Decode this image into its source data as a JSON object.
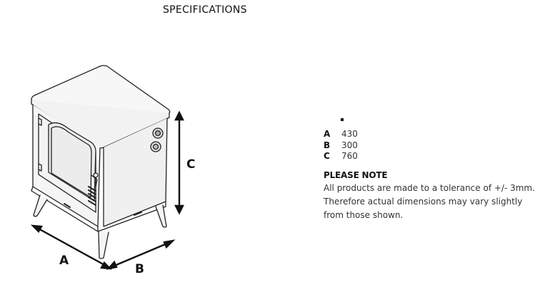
{
  "page": {
    "title": "SPECIFICATIONS"
  },
  "diagram": {
    "icon": "stove-illustration",
    "dimension_labels": {
      "a": "A",
      "b": "B",
      "c": "C"
    }
  },
  "specs": [
    {
      "key": "A",
      "value": "430"
    },
    {
      "key": "B",
      "value": "300"
    },
    {
      "key": "C",
      "value": "760"
    }
  ],
  "note": {
    "title": "PLEASE NOTE",
    "lines": [
      "All products are made to a tolerance of +/- 3mm.",
      "Therefore actual dimensions may vary slightly",
      "from those shown."
    ]
  }
}
